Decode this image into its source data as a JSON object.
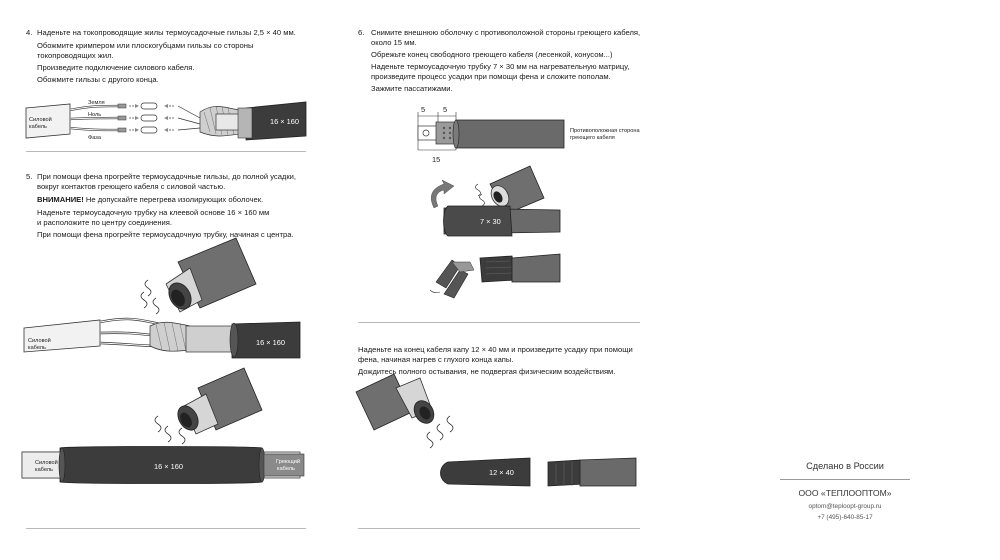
{
  "step4": {
    "number": "4.",
    "title": "Наденьте на токопроводящие жилы термоусадочные гильзы 2,5 × 40 мм.",
    "line1": "Обожмите кримпером или плоскогубцами гильзы со стороны",
    "line2": "токопроводящих жил.",
    "line3": "Произведите подключение силового кабеля.",
    "line4": "Обожмите гильзы с другого конца.",
    "label_power": "Силовой",
    "label_cable": "кабель",
    "label_earth": "Земля",
    "label_neutral": "Ноль",
    "label_phase": "Фаза",
    "tube": "16 × 160"
  },
  "step5": {
    "number": "5.",
    "line1": "При помощи фена прогрейте термоусадочные гильзы, до полной усадки,",
    "line2": "вокруг контактов греющего кабеля с силовой частью.",
    "warning_bold": "ВНИМАНИЕ!",
    "warning_text": " Не допускайте перегрева изолирующих оболочек.",
    "line3": "Наденьте термоусадочную трубку на клеевой основе 16 × 160 мм",
    "line4": "и расположите по центру соединения.",
    "line5": "При помощи фена прогрейте термоусадочную трубку, начиная с центра.",
    "label_power": "Силовой",
    "label_cable": "кабель",
    "tube": "16 × 160",
    "label_heating": "Греющий",
    "label_heating_cable": "кабель"
  },
  "step6": {
    "number": "6.",
    "line1": "Снимите внешнюю оболочку с противоположной стороны греющего кабеля,",
    "line2": "около 15 мм.",
    "line3": "Обрежьте конец свободного греющего кабеля (лесенкой, конусом...)",
    "line4": "Наденьте термоусадочную трубку 7 × 30 мм на нагревательную матрицу,",
    "line5": "произведите процесс усадки при помощи фена и сложите пополам.",
    "line6": "Зажмите пассатижами.",
    "dim_left": "5",
    "dim_right": "5",
    "dim_total": "15",
    "opposite1": "Противоположная сторона",
    "opposite2": "греющего кабеля",
    "tube": "7 × 30"
  },
  "step7": {
    "line1": "Наденьте на конец кабеля капу 12 × 40 мм и произведите усадку при помощи",
    "line2": "фена, начиная нагрев с глухого конца капы.",
    "line3": "Дождитесь полного остывания, не подвергая физическим воздействиям.",
    "cap": "12 × 40"
  },
  "footer": {
    "made": "Сделано в России",
    "company": "ООО «ТЕПЛООПТОМ»",
    "email": "optom@teploopt-group.ru",
    "phone": "+7 (495)-640-85-17"
  }
}
